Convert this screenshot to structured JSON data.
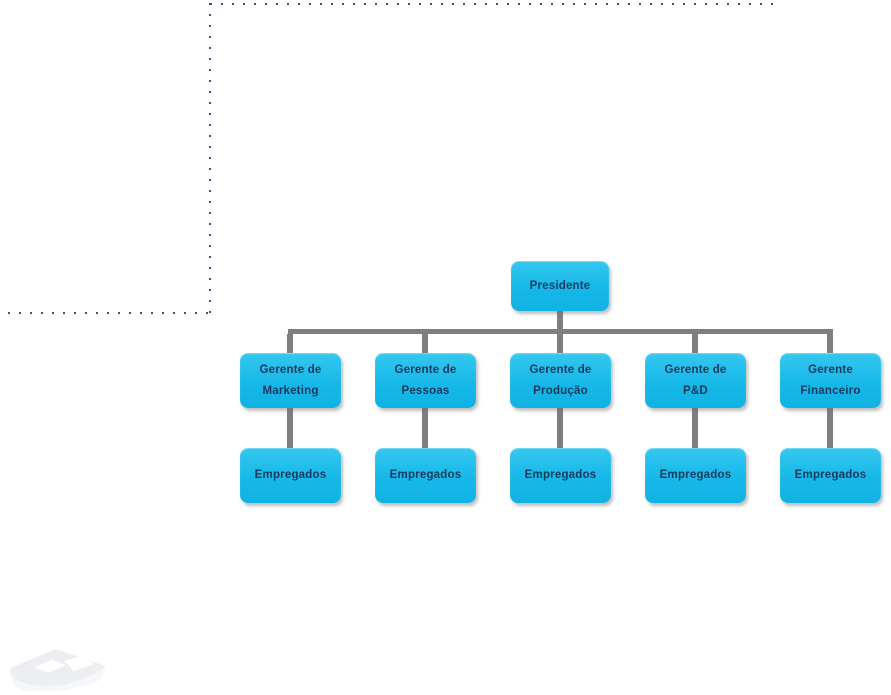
{
  "colors": {
    "node-fill-top": "#35c8ef",
    "node-fill-mid": "#16b8e8",
    "node-fill-bottom": "#10b2e3",
    "node-text": "#14395f",
    "connector": "#7f7f7f",
    "boundary-dot": "#3d5184"
  },
  "org_chart": {
    "root": {
      "label": "Presidente"
    },
    "managers": [
      {
        "line1": "Gerente de",
        "line2": "Marketing"
      },
      {
        "line1": "Gerente de",
        "line2": "Pessoas"
      },
      {
        "line1": "Gerente de",
        "line2": "Produção"
      },
      {
        "line1": "Gerente de",
        "line2": "P&D"
      },
      {
        "line1": "Gerente",
        "line2": "Financeiro"
      }
    ],
    "employee_label": "Empregados"
  }
}
